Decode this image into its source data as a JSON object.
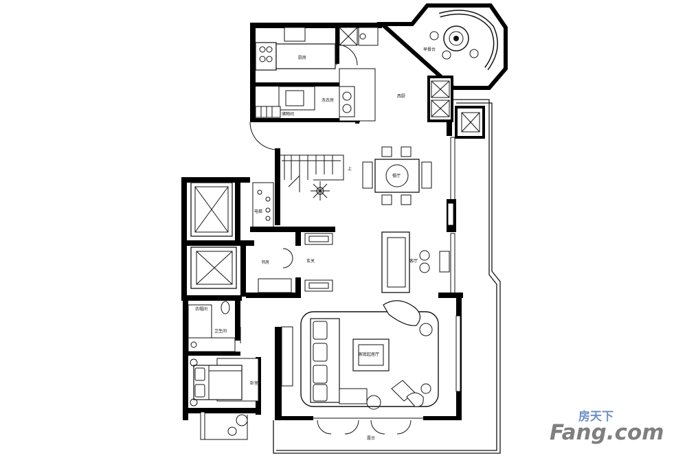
{
  "rooms": {
    "kitchen": "厨房",
    "laundry": "洗衣房",
    "storage": "储物间",
    "breakfast": "早餐台",
    "western": "西厨",
    "dining": "餐厅",
    "stair_up": "上",
    "elevator": "电梯",
    "study": "书房",
    "entry": "玄关",
    "drawing": "客厅",
    "family": "家庭起居厅",
    "cloak": "衣帽间",
    "bath": "卫生间",
    "bedroom": "卧室",
    "terrace": "露台"
  },
  "watermark": {
    "cn": "房天下",
    "en": "Fang.com"
  },
  "colors": {
    "wall": "#000000",
    "line": "#111111",
    "watermark_blue": "#6d8fc9",
    "watermark_gray": "#7f7f7f"
  }
}
